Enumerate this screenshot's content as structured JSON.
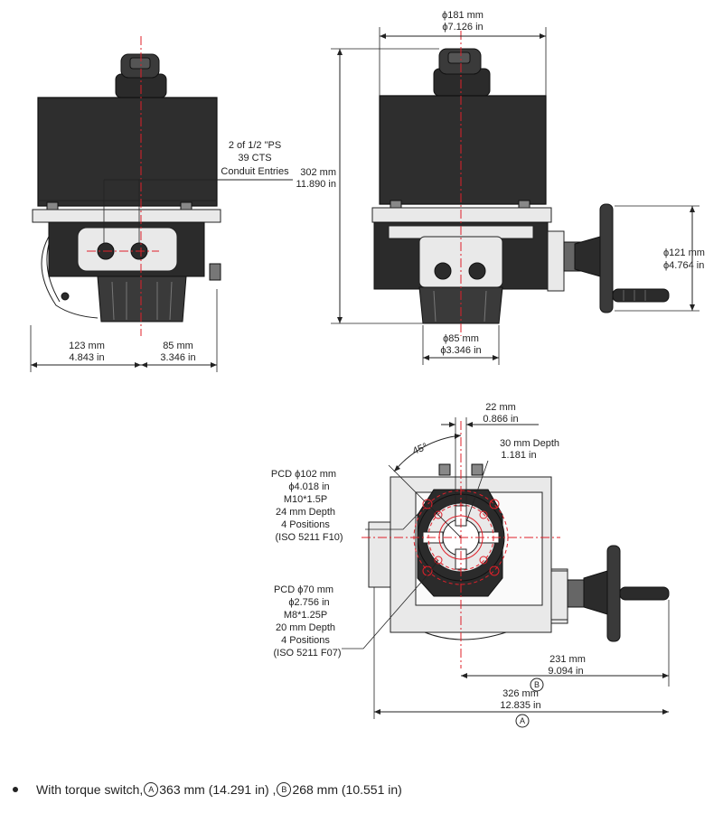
{
  "dimensions": {
    "side_left_width": {
      "mm": "123 mm",
      "in": "4.843 in"
    },
    "side_right_width": {
      "mm": "85 mm",
      "in": "3.346 in"
    },
    "conduit": {
      "line1": "2 of 1/2 \"PS",
      "line2": "39 CTS",
      "line3": "Conduit Entries"
    },
    "top_diameter": {
      "mm": "ϕ181 mm",
      "in": "ϕ7.126 in"
    },
    "height": {
      "mm": "302 mm",
      "in": "11.890 in"
    },
    "handwheel_diameter": {
      "mm": "ϕ121 mm",
      "in": "ϕ4.764 in"
    },
    "base_diameter": {
      "mm": "ϕ85 mm",
      "in": "ϕ3.346 in"
    },
    "key_width": {
      "mm": "22 mm",
      "in": "0.866 in"
    },
    "bore_depth": {
      "mm": "30 mm Depth",
      "in": "1.181 in"
    },
    "angle": "45°",
    "pcd_large": {
      "line1": "PCD ϕ102 mm",
      "line2": "ϕ4.018 in",
      "line3": "M10*1.5P",
      "line4": "24 mm Depth",
      "line5": "4 Positions",
      "line6": "(ISO 5211 F10)"
    },
    "pcd_small": {
      "line1": "PCD ϕ70 mm",
      "line2": "ϕ2.756 in",
      "line3": "M8*1.25P",
      "line4": "20 mm Depth",
      "line5": "4 Positions",
      "line6": "(ISO 5211 F07)"
    },
    "dim_b": {
      "mm": "231 mm",
      "in": "9.094 in",
      "marker": "B"
    },
    "dim_a": {
      "mm": "326 mm",
      "in": "12.835 in",
      "marker": "A"
    }
  },
  "footnote": {
    "text": "With torque switch,",
    "a_marker": "A",
    "a_value": "363 mm (14.291 in) ,",
    "b_marker": "B",
    "b_value": "268 mm (10.551 in)"
  }
}
